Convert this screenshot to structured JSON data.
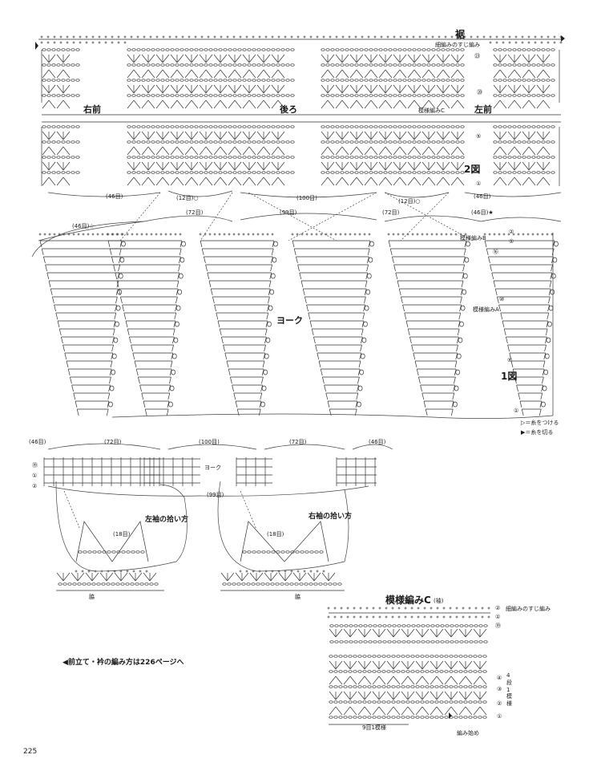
{
  "hem_title": "裾",
  "hem_note": "細編みのすじ編み",
  "row_23": "㉓",
  "row_20": "⑳",
  "row_5": "⑤",
  "row_1": "①",
  "right_front": "右前",
  "back": "後ろ",
  "pattern_c": "模様編みC",
  "left_front": "左前",
  "fig2": "2図",
  "c46": "(46目)",
  "c12": "(12目)○",
  "c100": "(100目)",
  "c46star": "(46目)★",
  "c46open": "(46目)☆",
  "c72": "(72目)",
  "c99": "(99目)",
  "yoke": "ヨーク",
  "pattern_b": "模様編みB",
  "row_2": "②",
  "row_16": "⑯",
  "row_10": "⑩",
  "pattern_a": "模様編みA",
  "fig1": "1図",
  "leg_attach": "▷＝糸をつける",
  "leg_cut": "▶＝糸を切る",
  "row_19": "⑲",
  "left_sleeve": "左袖の拾い方",
  "right_sleeve": "右袖の拾い方",
  "c18": "(18目)",
  "armpit": "脇",
  "detail_title": "模様編みC",
  "detail_sub": "(袖)",
  "detail_note": "細編みのすじ編み",
  "row_4": "④",
  "row_3": "③",
  "vert_note": "4段1模様",
  "repeat": "9目1模様",
  "start": "編み始め",
  "front_ref": "◀前立て・衿の編み方は226ページへ",
  "page_no": "225"
}
